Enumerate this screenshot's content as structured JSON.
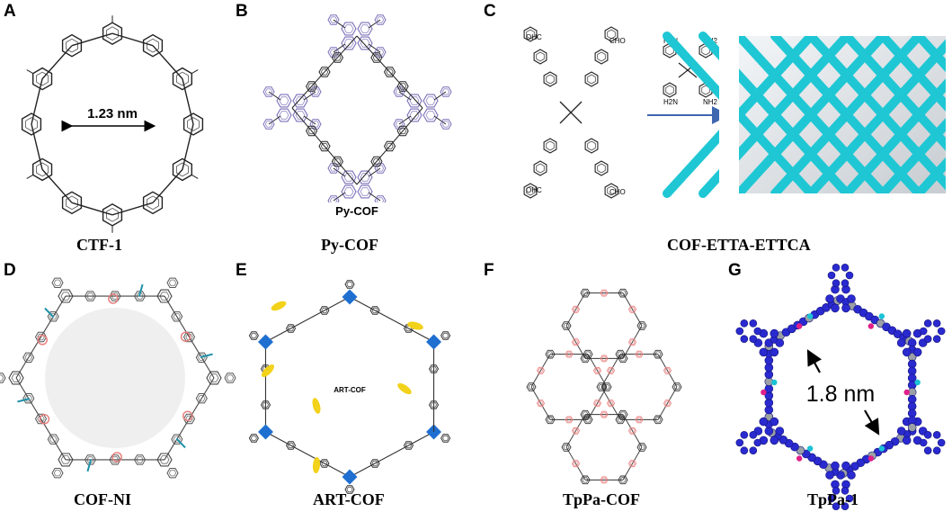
{
  "panels": [
    {
      "letter": "A",
      "caption": "CTF-1",
      "inner_label": "1.23 nm"
    },
    {
      "letter": "B",
      "caption": "Py-COF",
      "inner_label": "Py-COF"
    },
    {
      "letter": "C",
      "caption": "COF-ETTA-ETTCA",
      "reagent_labels": {
        "cho": "OHC",
        "cho2": "CHO",
        "nh2": "H2N",
        "nh2b": "NH2"
      }
    },
    {
      "letter": "D",
      "caption": "COF-NI"
    },
    {
      "letter": "E",
      "caption": "ART-COF",
      "inner_label": "ART-COF"
    },
    {
      "letter": "F",
      "caption": "TpPa-COF"
    },
    {
      "letter": "G",
      "caption": "TpPa-1",
      "inner_label": "1.8 nm"
    }
  ],
  "colors": {
    "bond": "#222222",
    "py_purple": "#7b6fb8",
    "cyan_framework": "#1fc7d4",
    "pink_ring": "#e87f7f",
    "blue_atom": "#2a2ad0",
    "yellow_group": "#f2d21a",
    "blue_node": "#1f6fd1"
  }
}
